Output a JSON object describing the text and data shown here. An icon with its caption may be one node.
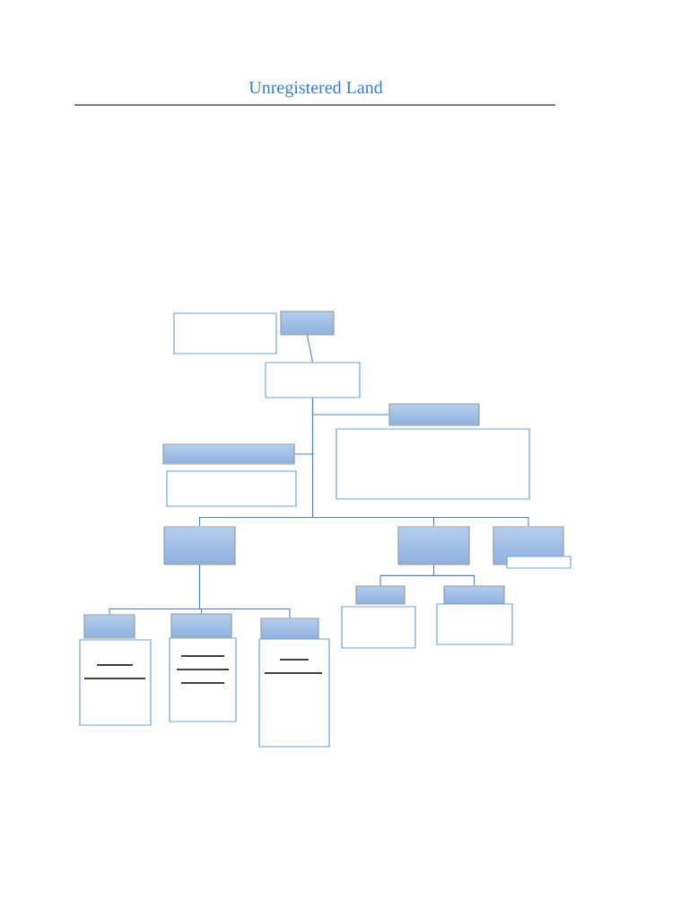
{
  "diagram": {
    "title": "Unregistered Land",
    "nodes": [
      {
        "text": [],
        "shape": "box"
      },
      {
        "text": [],
        "shape": "box"
      },
      {
        "text": [],
        "shape": "box"
      },
      {
        "text": [],
        "shape": "box"
      },
      {
        "text": [],
        "shape": "box"
      },
      {
        "text": [],
        "shape": "box"
      },
      {
        "text": [],
        "shape": "box"
      },
      {
        "text": [],
        "shape": "box"
      },
      {
        "text": [],
        "shape": "box"
      },
      {
        "text": [],
        "shape": "box"
      },
      {
        "text": [],
        "shape": "box"
      },
      {
        "text": [],
        "shape": "box"
      },
      {
        "text": [],
        "shape": "box"
      },
      {
        "text": [],
        "shape": "box"
      },
      {
        "text": [],
        "shape": "box"
      },
      {
        "text": [],
        "shape": "box"
      },
      {
        "text": [],
        "shape": "box"
      },
      {
        "text": [],
        "shape": "box"
      },
      {
        "text": [],
        "shape": "box"
      },
      {
        "text": [],
        "shape": "box"
      },
      {
        "text": [],
        "shape": "box"
      }
    ],
    "edges": [
      {
        "from": 1,
        "to": 2,
        "arrow": "none"
      },
      {
        "from": 2,
        "to": 3,
        "arrow": "none"
      },
      {
        "from": 2,
        "to": 4,
        "arrow": "none"
      },
      {
        "from": 2,
        "to": 7,
        "arrow": "none"
      },
      {
        "from": 2,
        "to": 8,
        "arrow": "none"
      },
      {
        "from": 2,
        "to": 9,
        "arrow": "none"
      },
      {
        "from": 8,
        "to": 11,
        "arrow": "none"
      },
      {
        "from": 8,
        "to": 12,
        "arrow": "none"
      },
      {
        "from": 7,
        "to": 15,
        "arrow": "none"
      },
      {
        "from": 7,
        "to": 16,
        "arrow": "none"
      },
      {
        "from": 7,
        "to": 17,
        "arrow": "none"
      }
    ]
  }
}
